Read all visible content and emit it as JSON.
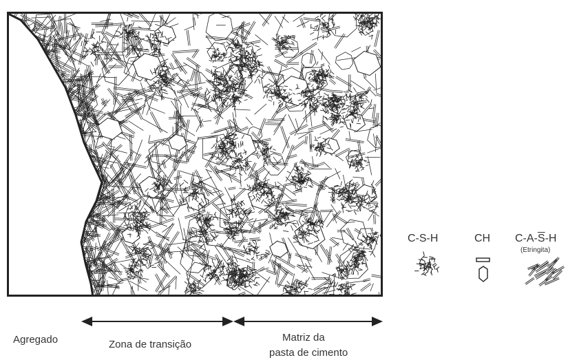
{
  "labels": {
    "aggregate": "Agregado",
    "transition_zone": "Zona de transição",
    "matrix_line1": "Matriz da",
    "matrix_line2": "pasta de cimento"
  },
  "legend": {
    "csh": "C-S-H",
    "ch": "CH",
    "casf_prefix": "C-A-",
    "casf_s": "S",
    "casf_suffix": "-H",
    "casf_sub": "(Etringita)"
  },
  "colors": {
    "ink": "#222222",
    "background": "#ffffff"
  }
}
